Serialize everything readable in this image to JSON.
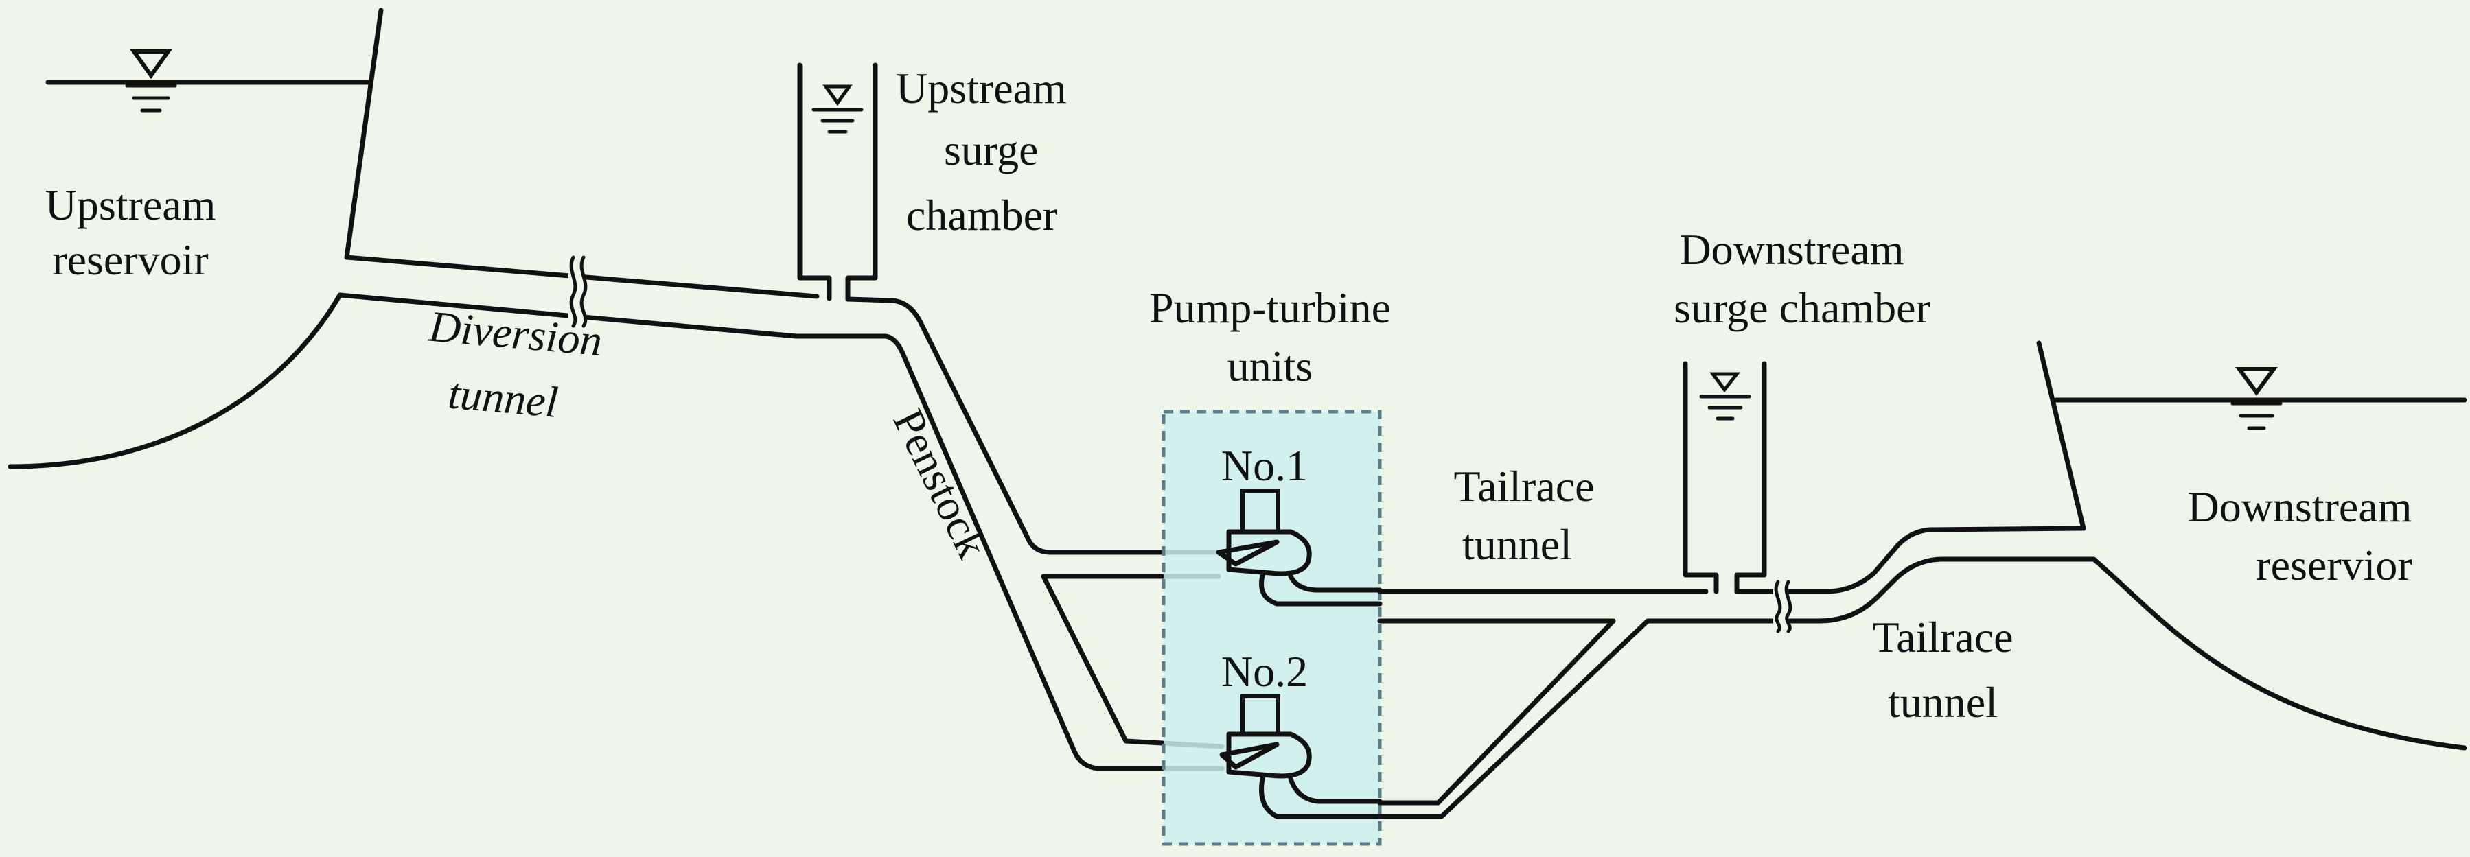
{
  "colors": {
    "background": "#eef6ea",
    "line": "#111111",
    "unit_box_fill": "#cdeeee",
    "unit_box_stroke": "#5a7f8c"
  },
  "labels": {
    "upstream_reservoir": [
      "Upstream",
      "reservoir"
    ],
    "upstream_surge_chamber": [
      "Upstream",
      "surge",
      "chamber"
    ],
    "diversion_tunnel": [
      "Diversion",
      "tunnel"
    ],
    "penstock": "Penstock",
    "pump_turbine_units": [
      "Pump-turbine",
      "units"
    ],
    "unit_1": "No.1",
    "unit_2": "No.2",
    "downstream_surge_chamber": [
      "Downstream",
      "surge chamber"
    ],
    "tailrace_tunnel_upper": [
      "Tailrace",
      "tunnel"
    ],
    "tailrace_tunnel_lower": [
      "Tailrace",
      "tunnel"
    ],
    "downstream_reservoir": [
      "Downstream",
      "reservior"
    ]
  },
  "icons": {
    "water_level": "inverted-triangle-water-level-icon"
  }
}
